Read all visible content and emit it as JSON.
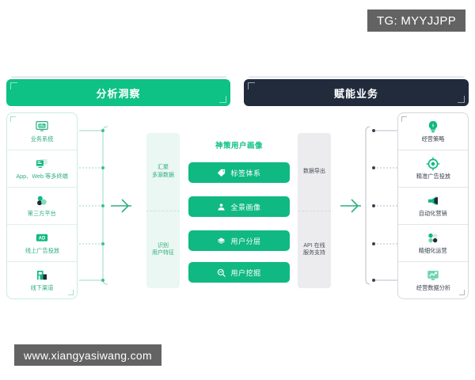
{
  "watermarks": {
    "tg": "TG: MYYJJPP",
    "site": "www.xiangyasiwang.com"
  },
  "headers": [
    {
      "label": "分析洞察",
      "color": "#0ec184"
    },
    {
      "label": "赋能业务",
      "color": "#212b3c"
    }
  ],
  "left_card": {
    "accent": "#2fae80",
    "items": [
      {
        "icon": "monitor-chart-icon",
        "label": "业务系统"
      },
      {
        "icon": "devices-screen-icon",
        "label": "App、Web 等多终端"
      },
      {
        "icon": "third-party-circles-icon",
        "label": "第三方平台"
      },
      {
        "icon": "ad-banner-icon",
        "label": "线上广告投放"
      },
      {
        "icon": "storefront-icon",
        "label": "线下渠道"
      }
    ]
  },
  "aggregate_panel": {
    "accent": "#2fae80",
    "segments": [
      {
        "line1": "汇聚",
        "line2": "多源数据"
      },
      {
        "line1": "识别",
        "line2": "用户特征"
      }
    ]
  },
  "core": {
    "title": "神策用户画像",
    "accent": "#10b981",
    "pills": [
      {
        "icon": "tag-icon",
        "label": "标签体系"
      },
      {
        "icon": "user-portrait-icon",
        "label": "全景画像"
      },
      {
        "icon": "layers-icon",
        "label": "用户分层"
      },
      {
        "icon": "search-insight-icon",
        "label": "用户挖掘"
      }
    ]
  },
  "export_panel": {
    "accent": "#4a4f58",
    "segments": [
      {
        "line1": "数据导出",
        "line2": ""
      },
      {
        "line1": "API 在线",
        "line2": "服务支持"
      }
    ]
  },
  "right_card": {
    "accent": "#3b4250",
    "items": [
      {
        "icon": "lightbulb-icon",
        "label": "经营策略"
      },
      {
        "icon": "target-icon",
        "label": "精准广告投放"
      },
      {
        "icon": "megaphone-icon",
        "label": "自动化营销"
      },
      {
        "icon": "clover-circles-icon",
        "label": "精细化运营"
      },
      {
        "icon": "chart-board-icon",
        "label": "经营数据分析"
      }
    ]
  },
  "connectors": {
    "left_arrow_color": "#2fae80",
    "right_arrow_color": "#3b4250"
  }
}
